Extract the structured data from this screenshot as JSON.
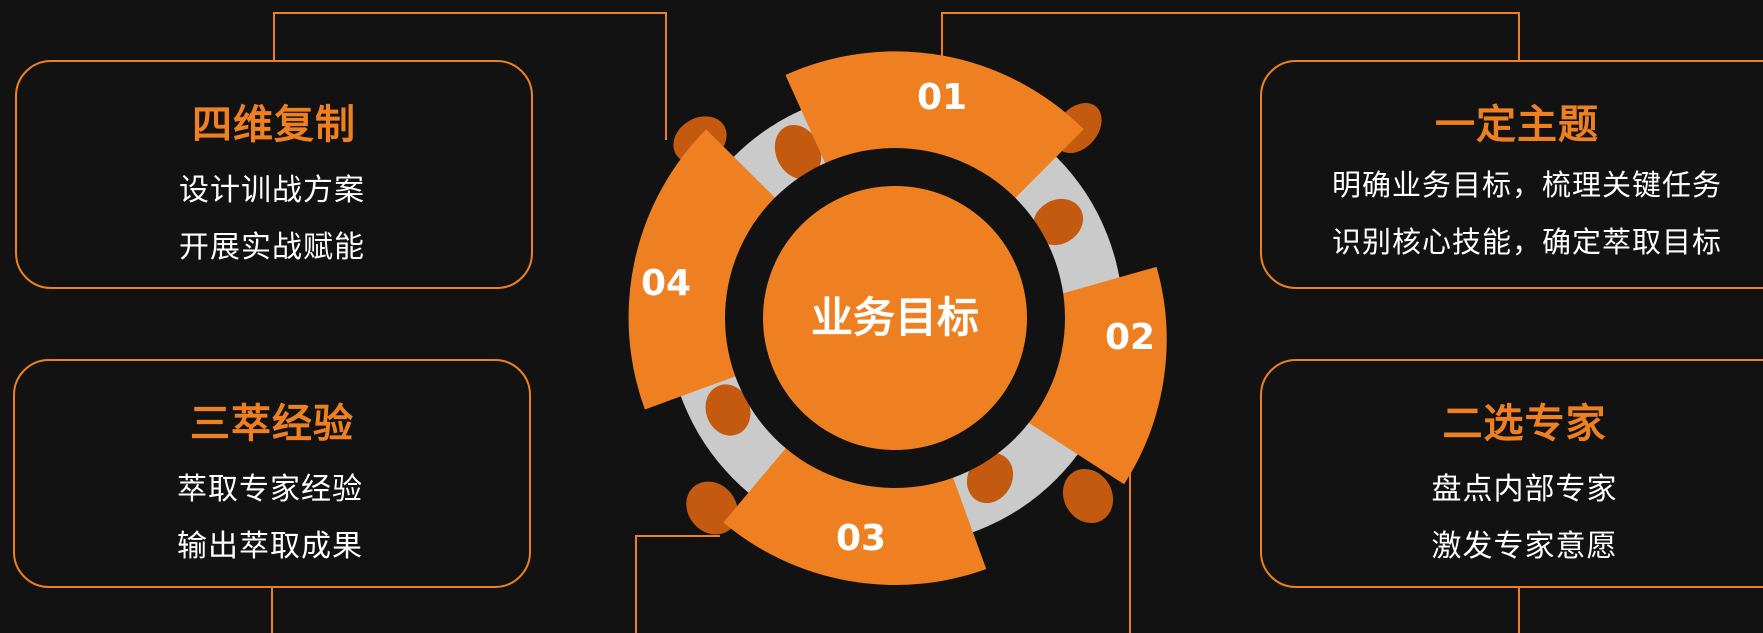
{
  "colors": {
    "background": "#121212",
    "accent": "#ee8022",
    "accent_dark": "#c45a10",
    "track": "#cacaca",
    "text": "#ffffff"
  },
  "center": {
    "label": "业务目标"
  },
  "segments": [
    {
      "number": "01"
    },
    {
      "number": "02"
    },
    {
      "number": "03"
    },
    {
      "number": "04"
    }
  ],
  "cards": {
    "top_left": {
      "title": "四维复制",
      "lines": [
        "设计训战方案",
        "开展实战赋能"
      ]
    },
    "bottom_left": {
      "title": "三萃经验",
      "lines": [
        "萃取专家经验",
        "输出萃取成果"
      ]
    },
    "top_right": {
      "title": "一定主题",
      "lines": [
        "明确业务目标，梳理关键任务",
        "识别核心技能，确定萃取目标"
      ]
    },
    "bottom_right": {
      "title": "二选专家",
      "lines": [
        "盘点内部专家",
        "激发专家意愿"
      ]
    }
  }
}
